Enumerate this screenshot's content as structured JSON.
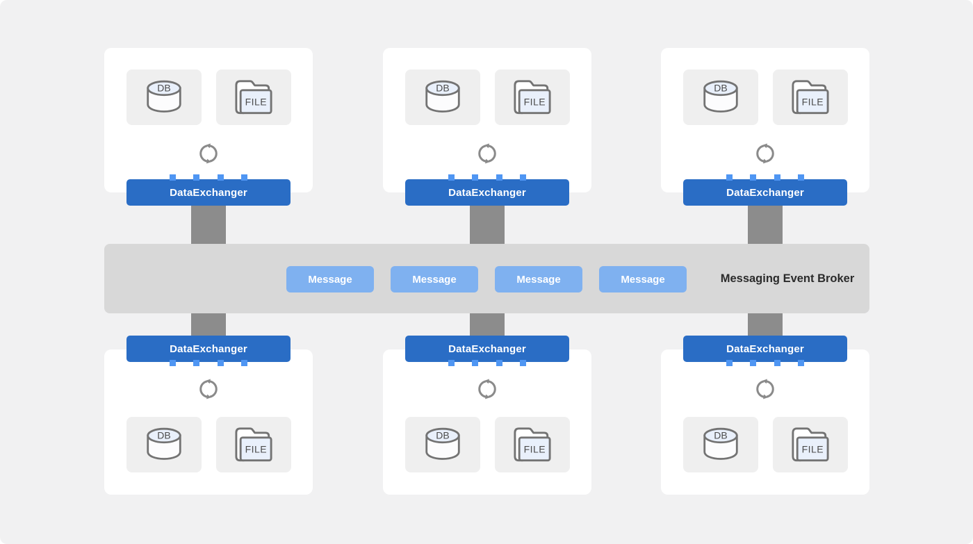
{
  "diagram": {
    "columns": [
      {
        "top": {
          "db_label": "DB",
          "file_label": "FILE",
          "exchanger_label": "DataExchanger"
        },
        "bottom": {
          "db_label": "DB",
          "file_label": "FILE",
          "exchanger_label": "DataExchanger"
        }
      },
      {
        "top": {
          "db_label": "DB",
          "file_label": "FILE",
          "exchanger_label": "DataExchanger"
        },
        "bottom": {
          "db_label": "DB",
          "file_label": "FILE",
          "exchanger_label": "DataExchanger"
        }
      },
      {
        "top": {
          "db_label": "DB",
          "file_label": "FILE",
          "exchanger_label": "DataExchanger"
        },
        "bottom": {
          "db_label": "DB",
          "file_label": "FILE",
          "exchanger_label": "DataExchanger"
        }
      }
    ],
    "broker": {
      "label": "Messaging Event Broker",
      "messages": [
        "Message",
        "Message",
        "Message",
        "Message"
      ]
    },
    "icons": {
      "database": "database-cylinder-icon",
      "file": "file-folder-icon",
      "sync": "sync-arrows-icon"
    },
    "colors": {
      "canvas_background": "#f1f1f2",
      "card_background": "#ffffff",
      "tile_background": "#efefef",
      "exchanger_bar": "#2a6dc5",
      "port_square": "#4f96f3",
      "message_button": "#7fb1f0",
      "broker_band": "#d8d8d8",
      "connector_pipe": "#8c8c8c",
      "broker_text": "#2b2b2b",
      "icon_stroke": "#737373",
      "icon_fill_light_blue": "#e9f0fb"
    }
  }
}
